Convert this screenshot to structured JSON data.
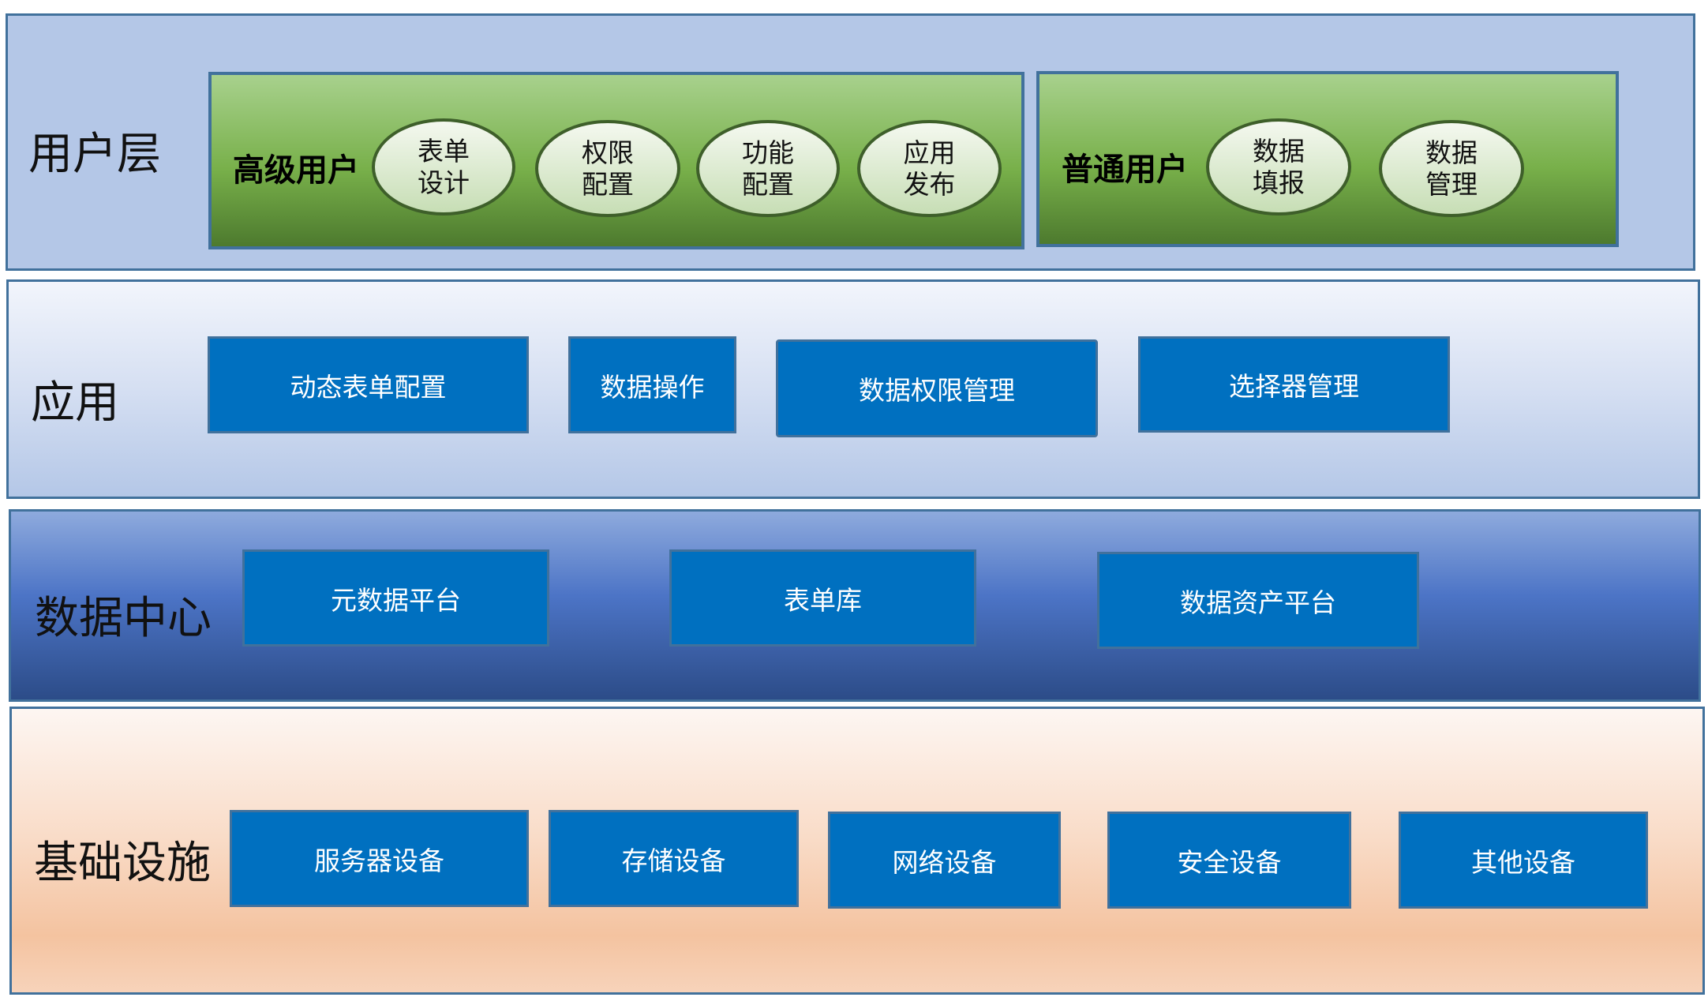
{
  "layers": {
    "user": {
      "label": "用户层",
      "advanced": {
        "label": "高级用户",
        "items": [
          [
            "表单",
            "设计"
          ],
          [
            "权限",
            "配置"
          ],
          [
            "功能",
            "配置"
          ],
          [
            "应用",
            "发布"
          ]
        ]
      },
      "normal": {
        "label": "普通用户",
        "items": [
          [
            "数据",
            "填报"
          ],
          [
            "数据",
            "管理"
          ]
        ]
      }
    },
    "app": {
      "label": "应用",
      "items": [
        "动态表单配置",
        "数据操作",
        "数据权限管理",
        "选择器管理"
      ]
    },
    "data": {
      "label": "数据中心",
      "items": [
        "元数据平台",
        "表单库",
        "数据资产平台"
      ]
    },
    "infra": {
      "label": "基础设施",
      "items": [
        "服务器设备",
        "存储设备",
        "网络设备",
        "安全设备",
        "其他设备"
      ]
    }
  },
  "colors": {
    "box": "#0070c0",
    "border": "#41719c"
  }
}
